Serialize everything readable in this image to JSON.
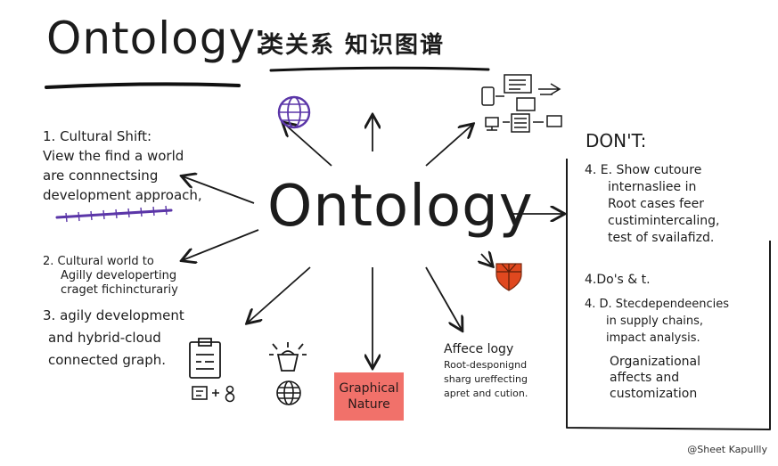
{
  "title": {
    "main": "Ontology:",
    "subtitle": "类关系 知识图谱"
  },
  "center_label": "Ontology",
  "left_items": [
    {
      "lines": [
        "1. Cultural Shift:",
        "View the find a world",
        "are connnectsing",
        "development approach,"
      ]
    },
    {
      "lines": [
        "2. Cultural world to",
        "Agilly developerting",
        "craget fichincturariy"
      ]
    },
    {
      "lines": [
        "3. agily development",
        "and hybrid-cloud",
        "connected graph."
      ]
    }
  ],
  "bottom_box": {
    "text": "Graphical Nature"
  },
  "bottom_right": {
    "title": "Affece logy",
    "lines": [
      "Root-desponignd",
      "sharg ureffecting",
      "apret and cution."
    ]
  },
  "donts": {
    "heading": "DON'T:",
    "items": [
      {
        "lines": [
          "4. E. Show cutoure",
          "internasliee in",
          "Root cases feer",
          "custimintercaling,",
          "test of svailafizd."
        ]
      },
      {
        "lines": [
          "4.Do's & t."
        ]
      },
      {
        "lines": [
          "4. D. Stecdependeencies",
          "in supply chains,",
          "impact analysis."
        ]
      },
      {
        "lines": [
          "Organizational",
          "affects and",
          "customization"
        ]
      }
    ]
  },
  "credit": "@Sheet Kapullly",
  "icons": [
    "globe-icon",
    "workflow-icon",
    "shield-icon",
    "checklist-icon",
    "person-icon",
    "bucket-icon",
    "globe-icon"
  ],
  "colors": {
    "accent_purple": "#5b36a8",
    "accent_orange": "#e0481f",
    "box_pink": "#f1716a",
    "ink": "#1a1a1a"
  }
}
